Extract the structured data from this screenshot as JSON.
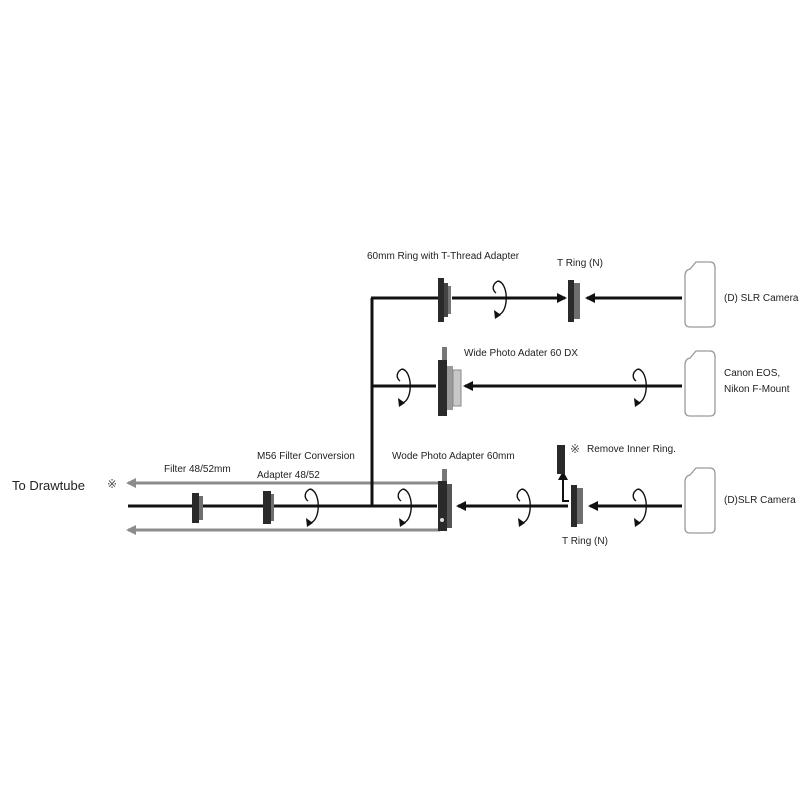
{
  "labels": {
    "to_drawtube": "To Drawtube",
    "ring_60mm_t_thread": "60mm Ring with T-Thread Adapter",
    "t_ring_n_top": "T Ring (N)",
    "dslr_camera_top": "(D) SLR Camera",
    "wide_photo_adapter_60dx": "Wide Photo Adater 60 DX",
    "canon_eos": "Canon EOS,",
    "nikon_f_mount": "Nikon F-Mount",
    "remove_inner_ring": "Remove Inner Ring.",
    "m56_filter_conversion": "M56 Filter Conversion",
    "adapter_48_52": "Adapter 48/52",
    "filter_48_52mm": "Filter 48/52mm",
    "wide_photo_adapter_60mm": "Wode Photo Adapter 60mm",
    "dslr_camera_bottom": "(D)SLR Camera",
    "t_ring_n_bottom": "T Ring (N)"
  },
  "symbols": {
    "reference_mark": "※"
  },
  "colors": {
    "line": "#111111",
    "gray_arrow": "#8c8c8c",
    "part_dark": "#2a2a2a",
    "part_mid": "#6e6e6e",
    "camera_outline": "#9a9a9a"
  },
  "icons": [
    "camera-outline-icon",
    "rotation-icon",
    "arrow-icon",
    "reference-mark-icon"
  ]
}
